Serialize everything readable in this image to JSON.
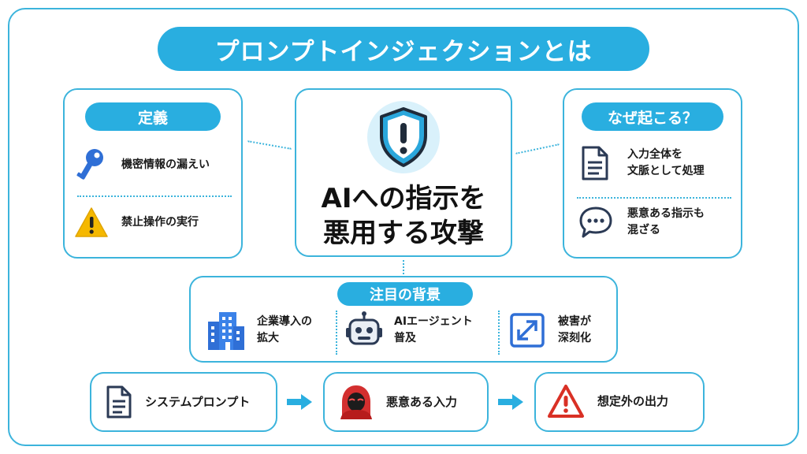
{
  "title": "プロンプトインジェクションとは",
  "definition": {
    "heading": "定義",
    "items": [
      {
        "icon": "key-icon",
        "label": "機密情報の漏えい"
      },
      {
        "icon": "warning-icon",
        "label": "禁止操作の実行"
      }
    ]
  },
  "center": {
    "icon": "shield-alert-icon",
    "line1": "AIへの指示を",
    "line2": "悪用する攻撃"
  },
  "why": {
    "heading": "なぜ起こる？",
    "items": [
      {
        "icon": "document-icon",
        "line1": "入力全体を",
        "line2": "文脈として処理"
      },
      {
        "icon": "chat-bubble-icon",
        "line1": "悪意ある指示も",
        "line2": "混ざる"
      }
    ]
  },
  "background": {
    "heading": "注目の背景",
    "items": [
      {
        "icon": "building-icon",
        "line1": "企業導入の",
        "line2": "拡大"
      },
      {
        "icon": "robot-icon",
        "line1": "AIエージェント",
        "line2": "普及"
      },
      {
        "icon": "expand-icon",
        "line1": "被害が",
        "line2": "深刻化"
      }
    ]
  },
  "flow": [
    {
      "icon": "document-icon",
      "label": "システムプロンプト"
    },
    {
      "icon": "hooded-attacker-icon",
      "label": "悪意ある入力"
    },
    {
      "icon": "warning-red-icon",
      "label": "想定外の出力"
    }
  ],
  "colors": {
    "accent": "#29aee0",
    "border": "#3cb4dc",
    "icon_blue": "#2f6fd6",
    "danger": "#d93025",
    "warn": "#f5b800"
  }
}
